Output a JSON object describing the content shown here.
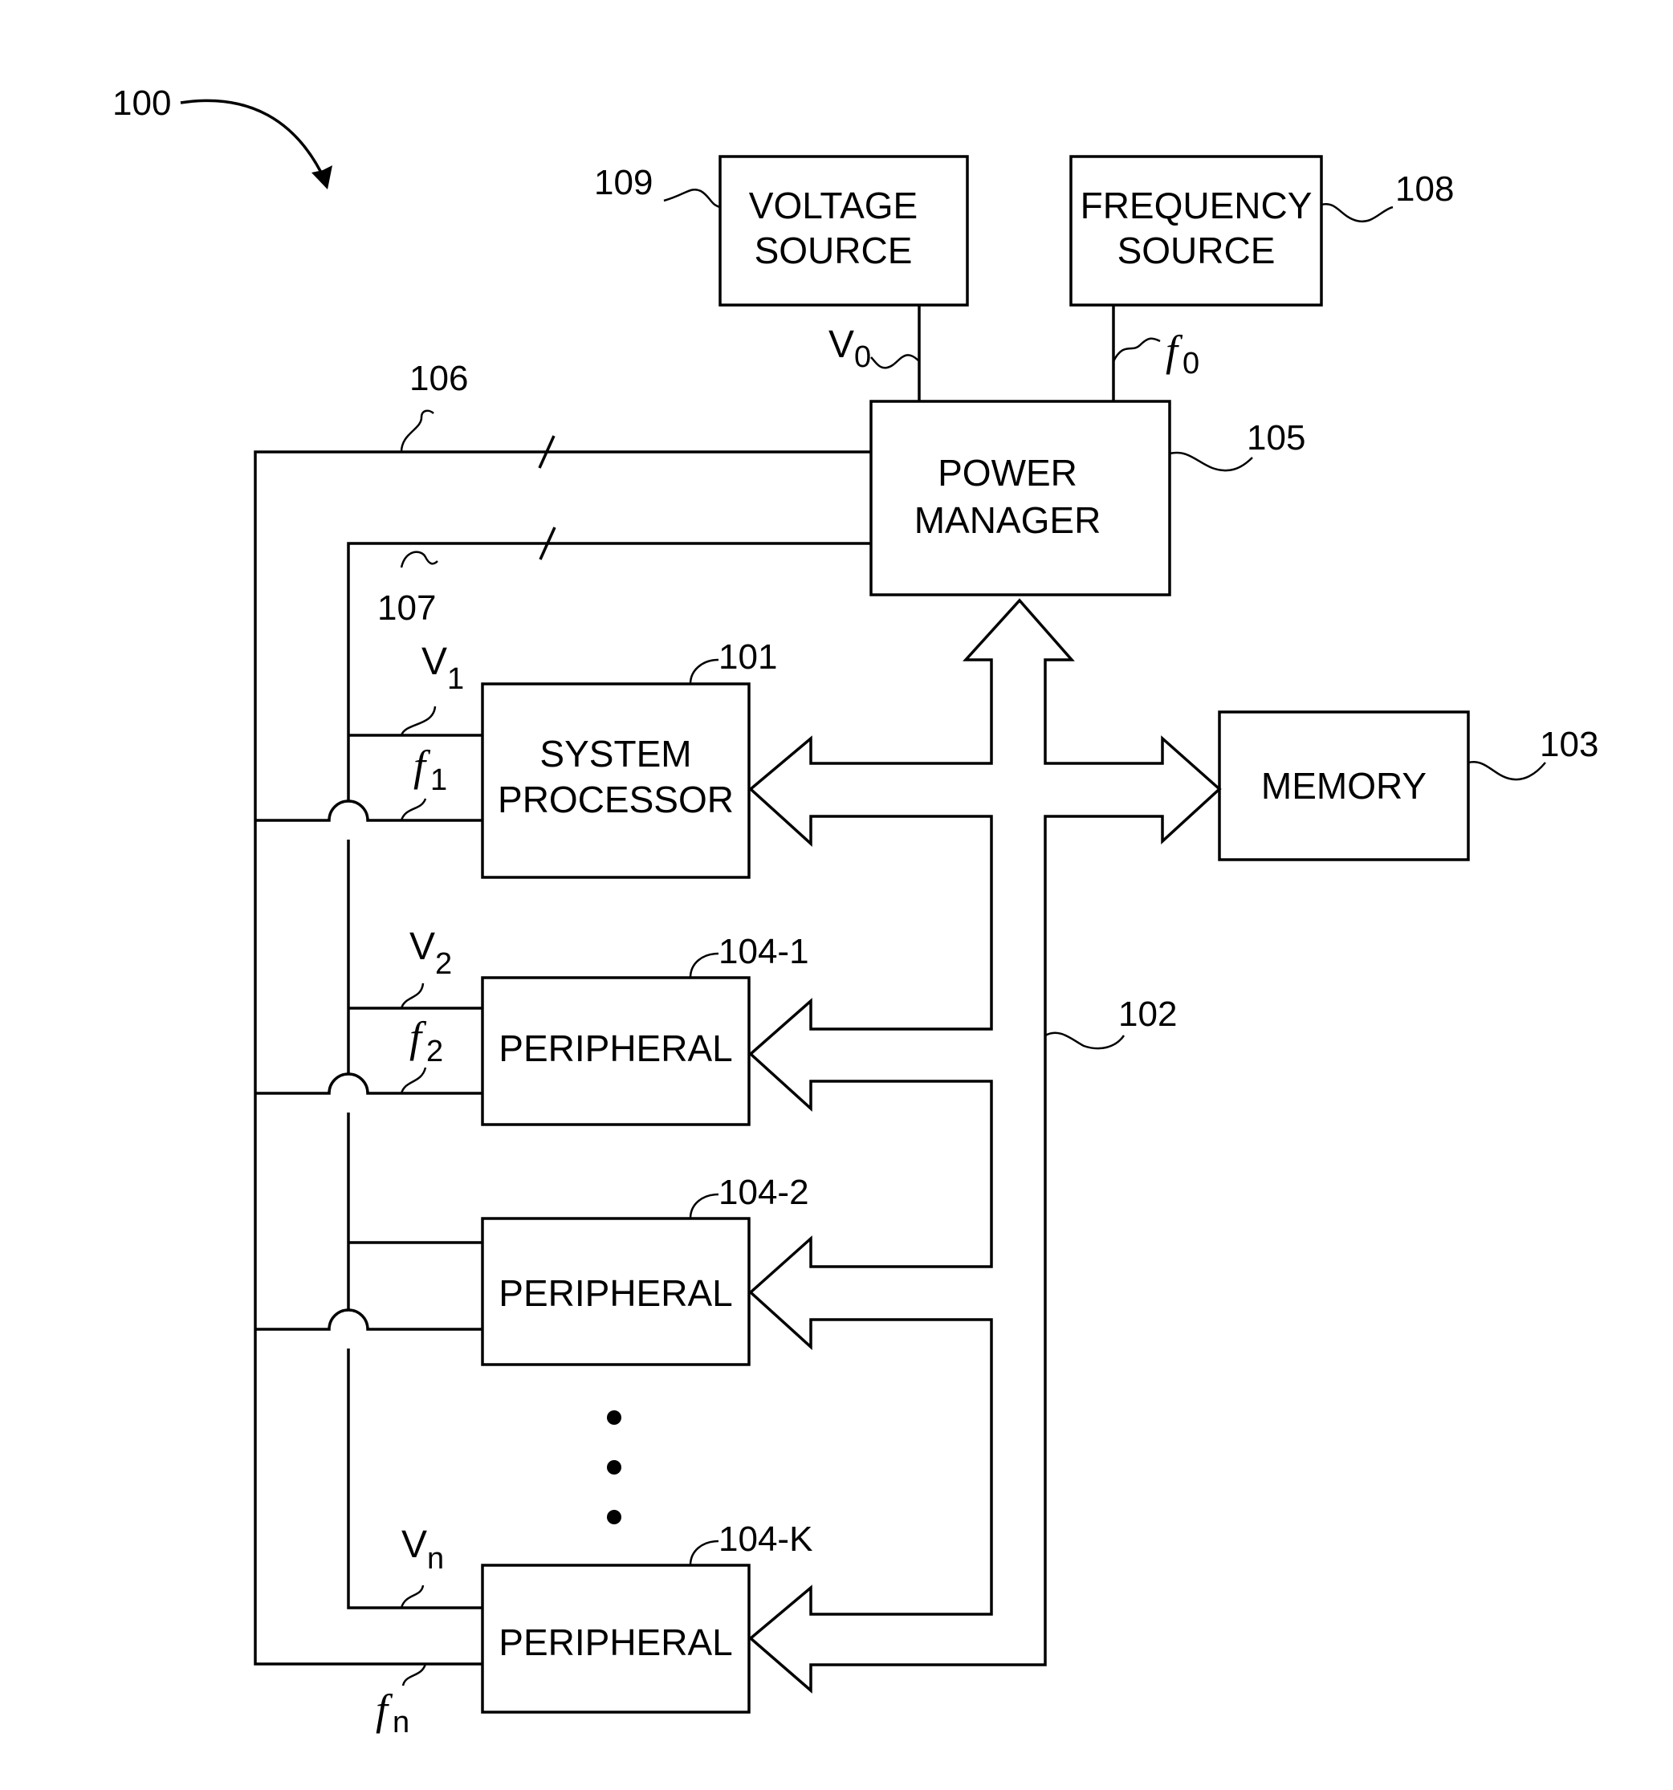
{
  "figure_ref": "100",
  "blocks": {
    "voltage_source": {
      "line1": "VOLTAGE",
      "line2": "SOURCE",
      "ref": "109"
    },
    "frequency_source": {
      "line1": "FREQUENCY",
      "line2": "SOURCE",
      "ref": "108"
    },
    "power_manager": {
      "line1": "POWER",
      "line2": "MANAGER",
      "ref": "105"
    },
    "system_processor": {
      "line1": "SYSTEM",
      "line2": "PROCESSOR",
      "ref": "101"
    },
    "memory": {
      "label": "MEMORY",
      "ref": "103"
    },
    "peripheral_1": {
      "label": "PERIPHERAL",
      "ref": "104-1"
    },
    "peripheral_2": {
      "label": "PERIPHERAL",
      "ref": "104-2"
    },
    "peripheral_k": {
      "label": "PERIPHERAL",
      "ref": "104-K"
    }
  },
  "lines": {
    "voltage_bus": "106",
    "frequency_bus": "107",
    "data_bus": "102"
  },
  "signals": {
    "v0": {
      "base": "V",
      "sub": "0"
    },
    "f0": {
      "base": "f",
      "sub": "0"
    },
    "v1": {
      "base": "V",
      "sub": "1"
    },
    "f1": {
      "base": "f",
      "sub": "1"
    },
    "v2": {
      "base": "V",
      "sub": "2"
    },
    "f2": {
      "base": "f",
      "sub": "2"
    },
    "vn": {
      "base": "V",
      "sub": "n"
    },
    "fn": {
      "base": "f",
      "sub": "n"
    }
  }
}
